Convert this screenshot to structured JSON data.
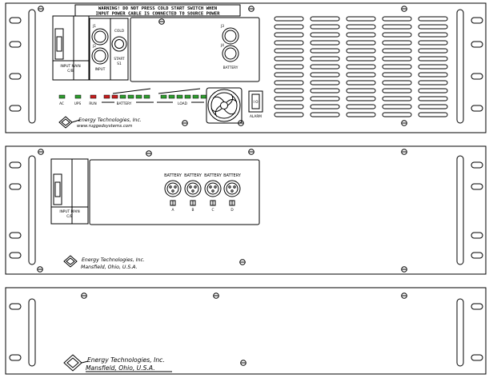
{
  "panel1": {
    "warning_line1": "WARNING! DO NOT PRESS COLD START SWITCH WHEN",
    "warning_line2": "INPUT POWER CABLE IS CONNECTED TO SOURCE POWER",
    "breaker_label_1": "INPUT MAIN",
    "breaker_label_2": "C/B",
    "conn_j1": "J1",
    "conn_j2": "J2",
    "input_label": "INPUT",
    "cold_start_1": "COLD",
    "cold_start_2": "START",
    "cold_start_3": "S1",
    "conn_j3": "J3",
    "conn_j4": "J4",
    "battery_conn_label": "BATTERY",
    "led_ac": "AC",
    "led_ups": "UPS",
    "led_run": "RUN",
    "led_battery": "BATTERY",
    "led_load": "LOAD",
    "alarm_label": "ALARM",
    "switch_label": "I O",
    "brand_name": "Energy Technologies, Inc.",
    "brand_url": "www.ruggedsystems.com",
    "led_colors": {
      "green": "#2e9e2e",
      "red": "#c81e1e"
    }
  },
  "panel2": {
    "breaker_label_1": "INPUT MAIN",
    "breaker_label_2": "C/B",
    "battery_labels": [
      "BATTERY",
      "BATTERY",
      "BATTERY",
      "BATTERY"
    ],
    "fuse_labels": [
      "A",
      "B",
      "C",
      "D"
    ],
    "brand_name": "Energy Technologies, Inc.",
    "brand_city": "Mansfield, Ohio, U.S.A."
  },
  "panel3": {
    "brand_name": "Energy Technologies, Inc.",
    "brand_city": "Mansfield, Ohio, U.S.A."
  }
}
